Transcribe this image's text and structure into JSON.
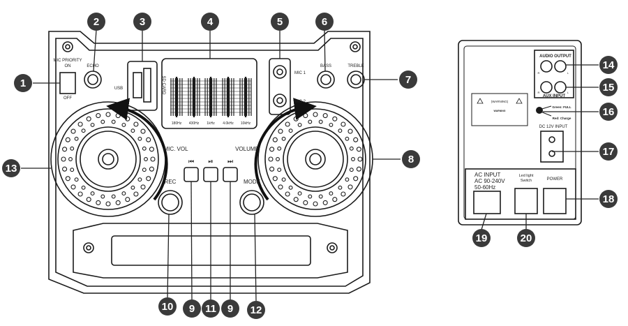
{
  "front_panel": {
    "mic_priority": "MIC PRIORITY",
    "on": "ON",
    "off": "OFF",
    "echo": "ECHO",
    "usb": "USB",
    "sd_card": "SD CARD",
    "eq_freqs": [
      "180Hz",
      "430Hz",
      "1kHz",
      "4.0kHz",
      "10kHz"
    ],
    "mic1": "MIC 1",
    "mic2": "MIC 2",
    "bass": "BASS",
    "treble": "TREBLE",
    "mic_vol": "MIC. VOL",
    "volume": "VOLUME",
    "rec": "REC",
    "mode": "MODE",
    "prev_icon": "⏮",
    "playpause_icon": "⏯",
    "next_icon": "⏭"
  },
  "rear_panel": {
    "audio_output": "AUDIO OUTPUT",
    "aux_input": "AUX INPUT",
    "r": "R",
    "l": "L",
    "warning_title": "(WARNING)",
    "warning_sub": "WARNING",
    "green_full": "Green: FULL",
    "red_charge": "Red: Charge",
    "dc_input": "DC 12V INPUT",
    "ac_input_1": "AC INPUT",
    "ac_input_2": "AC 90-240V",
    "ac_input_3": "50-60Hz",
    "led_switch_1": "Led light",
    "led_switch_2": "Switch",
    "power": "POWER"
  },
  "callouts": [
    "1",
    "2",
    "3",
    "4",
    "5",
    "6",
    "7",
    "8",
    "9",
    "10",
    "11",
    "12",
    "13",
    "14",
    "15",
    "16",
    "17",
    "18",
    "19",
    "20"
  ],
  "colors": {
    "line": "#1a1a1a",
    "callout_fill": "#3a3a3a",
    "callout_text": "#ffffff"
  }
}
